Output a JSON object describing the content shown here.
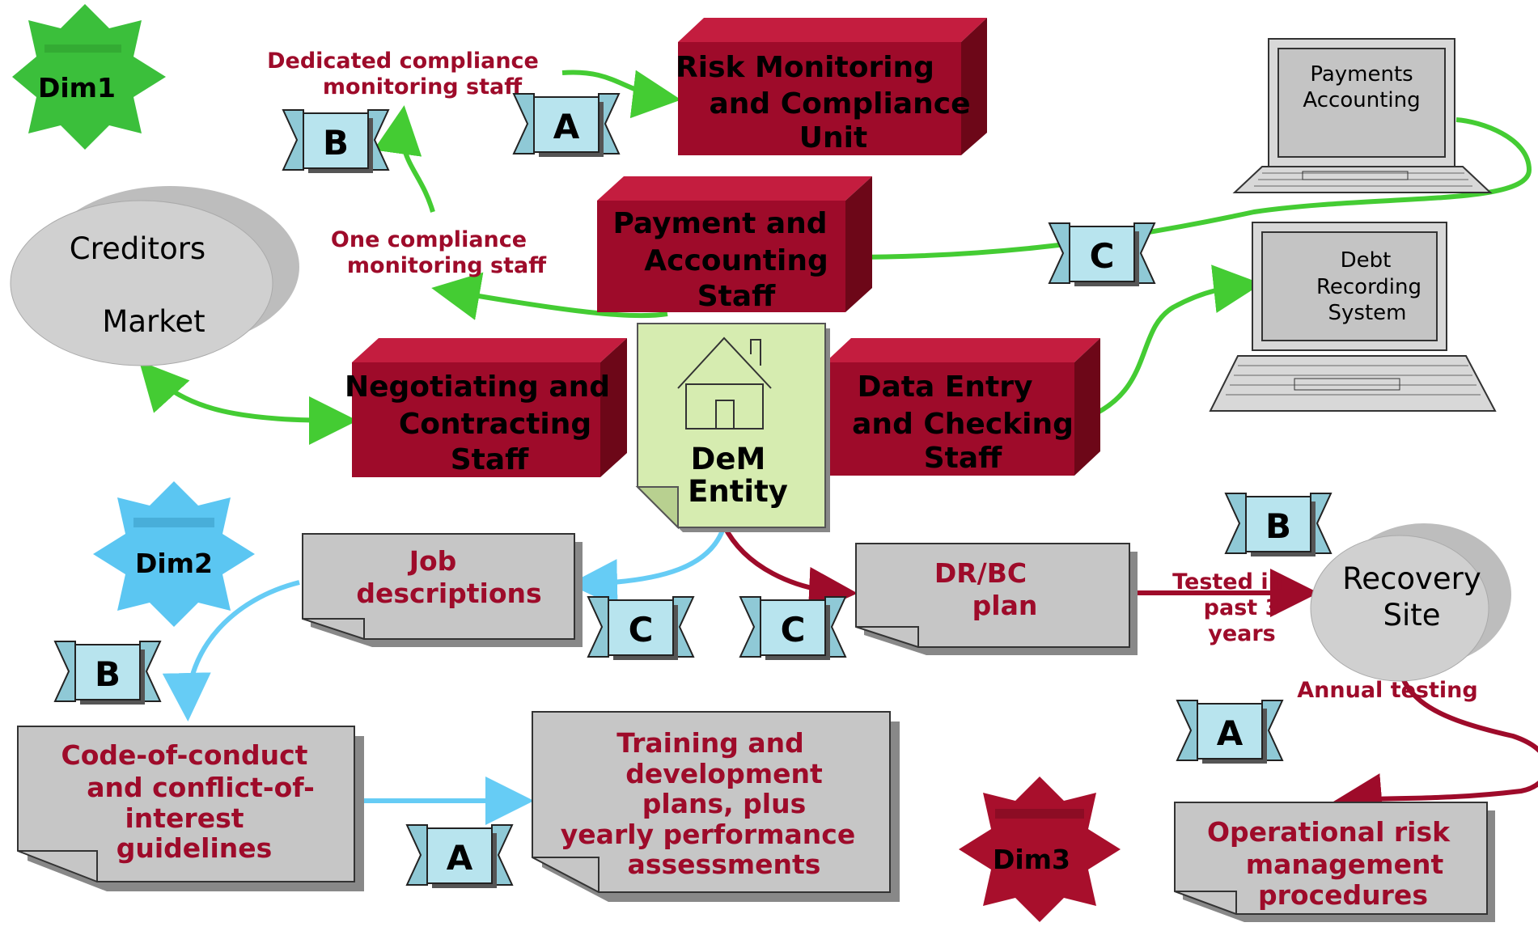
{
  "dims": {
    "dim1": "Dim1",
    "dim2": "Dim2",
    "dim3": "Dim3"
  },
  "center": {
    "line1": "DeM",
    "line2": "Entity"
  },
  "red_boxes": {
    "risk_unit": [
      "Risk Monitoring",
      "and Compliance",
      "Unit"
    ],
    "payment_staff": [
      "Payment and",
      "Accounting",
      "Staff"
    ],
    "negotiating_staff": [
      "Negotiating and",
      "Contracting",
      "Staff"
    ],
    "data_entry_staff": [
      "Data Entry",
      "and Checking",
      "Staff"
    ]
  },
  "ellipses": {
    "creditors": [
      "Creditors",
      "Market"
    ],
    "recovery": [
      "Recovery",
      "Site"
    ]
  },
  "computers": {
    "payments_accounting": [
      "Payments",
      "Accounting"
    ],
    "debt_recording": [
      "Debt",
      "Recording",
      "System"
    ]
  },
  "documents": {
    "job_descriptions": [
      "Job",
      "descriptions"
    ],
    "drbc_plan": [
      "DR/BC",
      "plan"
    ],
    "code_of_conduct": [
      "Code-of-conduct",
      "and conflict-of-",
      "interest",
      "guidelines"
    ],
    "training": [
      "Training and",
      "development",
      "plans, plus",
      "yearly performance",
      "assessments"
    ],
    "operational_risk": [
      "Operational risk",
      "management",
      "procedures"
    ]
  },
  "labels": {
    "dedicated_staff": [
      "Dedicated compliance",
      "monitoring staff"
    ],
    "one_staff": [
      "One compliance",
      "monitoring staff"
    ],
    "tested": [
      "Tested in",
      "past 3",
      "years"
    ],
    "annual_testing": "Annual testing"
  },
  "ratings": {
    "risk_unit": "A",
    "dedicated_staff": "B",
    "payment_link": "C",
    "recovery": "B",
    "job_descriptions": "C",
    "drbc": "C",
    "code_of_conduct": "B",
    "training": "A",
    "operational_risk": "A"
  },
  "colors": {
    "dim1": "#3bbf3b",
    "dim2": "#5bc6f2",
    "dim3": "#a80f2c",
    "red_box": "#9e0b2a",
    "green_line": "#44cc33",
    "blue_line": "#66ccf5",
    "document": "#c6c6c6",
    "center_note": "#d6ecb0",
    "ribbon": "#b8e4ee"
  }
}
